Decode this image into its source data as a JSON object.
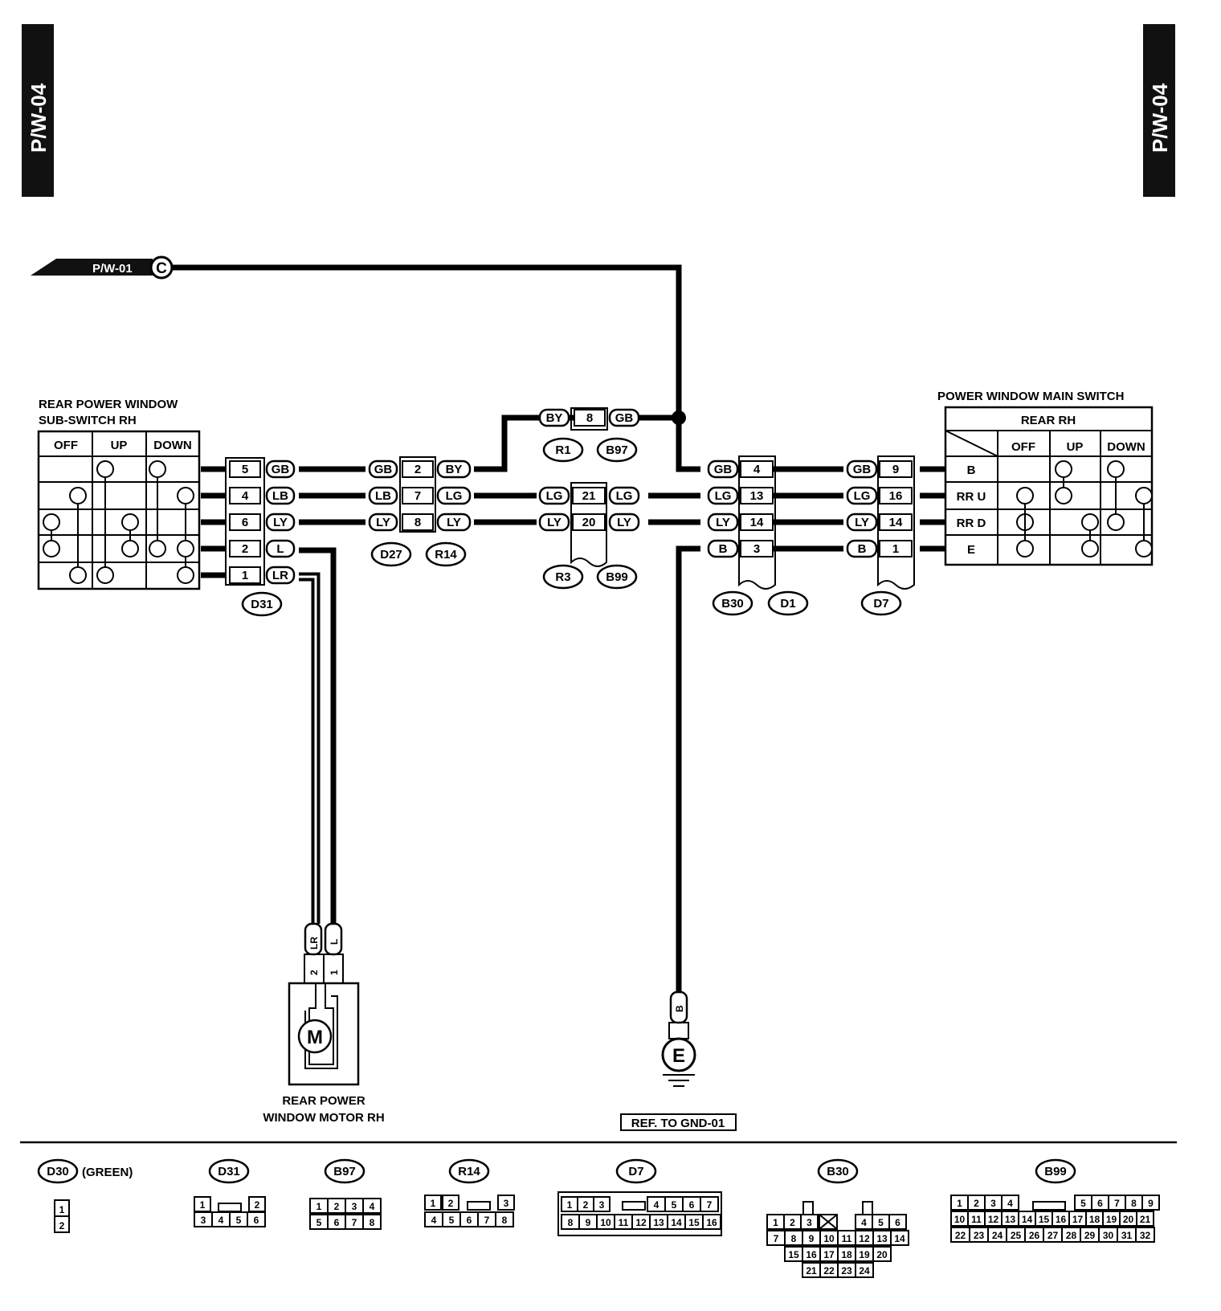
{
  "page": {
    "code": "P/W-04"
  },
  "link": {
    "ref": "P/W-01",
    "letter": "C"
  },
  "sub_switch": {
    "title_line1": "REAR POWER WINDOW",
    "title_line2": "SUB-SWITCH RH",
    "headers": [
      "OFF",
      "UP",
      "DOWN"
    ],
    "connector": "D31",
    "pins": [
      {
        "pin": "5",
        "color": "GB"
      },
      {
        "pin": "4",
        "color": "LB"
      },
      {
        "pin": "6",
        "color": "LY"
      },
      {
        "pin": "2",
        "color": "L"
      },
      {
        "pin": "1",
        "color": "LR"
      }
    ]
  },
  "main_switch": {
    "title": "POWER WINDOW MAIN SWITCH",
    "subtitle": "REAR RH",
    "headers": [
      "OFF",
      "UP",
      "DOWN"
    ],
    "rows": [
      "B",
      "RR U",
      "RR D",
      "E"
    ]
  },
  "junction_d27_r14": {
    "connectors": [
      "D27",
      "R14"
    ],
    "pins": [
      {
        "left": "GB",
        "pin": "2",
        "right": "BY"
      },
      {
        "left": "LB",
        "pin": "7",
        "right": "LG"
      },
      {
        "left": "LY",
        "pin": "8",
        "right": "LY"
      }
    ]
  },
  "junction_r1_b97": {
    "connectors": [
      "R1",
      "B97"
    ],
    "left": "BY",
    "pin": "8",
    "right": "GB"
  },
  "junction_r3_b99": {
    "connectors": [
      "R3",
      "B99"
    ],
    "pins": [
      {
        "left": "LG",
        "pin": "21",
        "right": "LG"
      },
      {
        "left": "LY",
        "pin": "20",
        "right": "LY"
      }
    ]
  },
  "junction_b30_d1": {
    "connectors": [
      "B30",
      "D1"
    ],
    "pins": [
      {
        "color": "GB",
        "pin": "4"
      },
      {
        "color": "LG",
        "pin": "13"
      },
      {
        "color": "LY",
        "pin": "14"
      },
      {
        "color": "B",
        "pin": "3"
      }
    ]
  },
  "junction_d7": {
    "connector": "D7",
    "pins": [
      {
        "color": "GB",
        "pin": "9"
      },
      {
        "color": "LG",
        "pin": "16"
      },
      {
        "color": "LY",
        "pin": "14"
      },
      {
        "color": "B",
        "pin": "1"
      }
    ]
  },
  "motor": {
    "connector": "D30",
    "wires": [
      "LR",
      "L"
    ],
    "pins": [
      "2",
      "1"
    ],
    "symbol": "M",
    "label_line1": "REAR POWER",
    "label_line2": "WINDOW MOTOR RH"
  },
  "ground": {
    "wire": "B",
    "symbol": "E",
    "ref": "REF. TO GND-01"
  },
  "connector_views": {
    "d30": {
      "name": "D30",
      "note": "(GREEN)",
      "pins": [
        "1",
        "2"
      ]
    },
    "d31": {
      "name": "D31",
      "pins": [
        "1",
        "2",
        "3",
        "4",
        "5",
        "6"
      ]
    },
    "b97": {
      "name": "B97",
      "pins": [
        "1",
        "2",
        "3",
        "4",
        "5",
        "6",
        "7",
        "8"
      ]
    },
    "r14": {
      "name": "R14",
      "pins": [
        "1",
        "2",
        "3",
        "4",
        "5",
        "6",
        "7",
        "8"
      ]
    },
    "d7": {
      "name": "D7",
      "row1": [
        "1",
        "2",
        "3",
        "4",
        "5",
        "6",
        "7"
      ],
      "row2": [
        "8",
        "9",
        "10",
        "11",
        "12",
        "13",
        "14",
        "15",
        "16"
      ]
    },
    "b30": {
      "name": "B30",
      "row1": [
        "1",
        "2",
        "3",
        "4",
        "5",
        "6"
      ],
      "row2": [
        "7",
        "8",
        "9",
        "10",
        "11",
        "12",
        "13",
        "14"
      ],
      "row3": [
        "15",
        "16",
        "17",
        "18",
        "19",
        "20"
      ],
      "row4": [
        "21",
        "22",
        "23",
        "24"
      ]
    },
    "b99": {
      "name": "B99",
      "row1": [
        "1",
        "2",
        "3",
        "4",
        "5",
        "6",
        "7",
        "8",
        "9"
      ],
      "row2": [
        "10",
        "11",
        "12",
        "13",
        "14",
        "15",
        "16",
        "17",
        "18",
        "19",
        "20",
        "21"
      ],
      "row3": [
        "22",
        "23",
        "24",
        "25",
        "26",
        "27",
        "28",
        "29",
        "30",
        "31",
        "32"
      ]
    }
  }
}
